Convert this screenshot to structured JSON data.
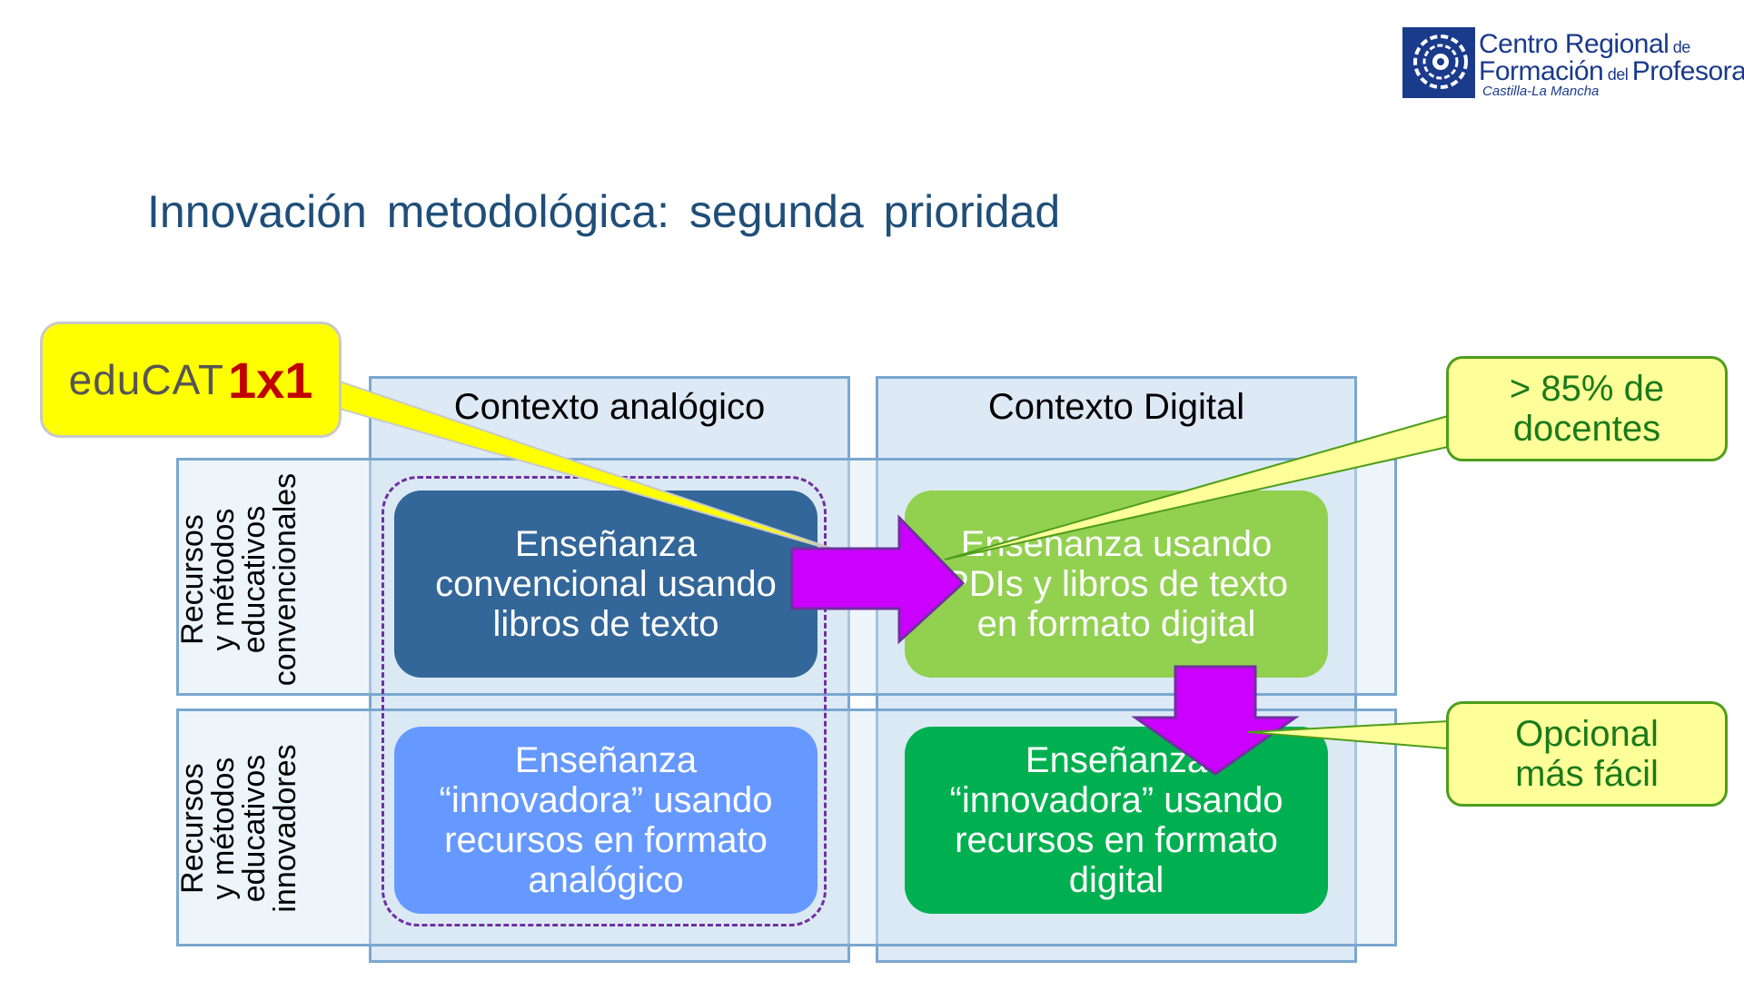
{
  "logo": {
    "line1_main": "Centro Regional",
    "line1_small": " de",
    "line2_main": "Formación",
    "line2_small": " del ",
    "line2_end": "Profesorado",
    "line3": "Castilla-La Mancha"
  },
  "title": "Innovación metodológica: segunda prioridad",
  "columns": {
    "analog": "Contexto analógico",
    "digital": "Contexto Digital"
  },
  "rows": {
    "conventional": [
      "Recursos",
      "y métodos",
      "educativos",
      "convencionales"
    ],
    "innovative": [
      "Recursos",
      "y métodos",
      "educativos",
      "innovadores"
    ]
  },
  "cells": {
    "c1": [
      "Enseñanza",
      "convencional usando",
      "libros de texto"
    ],
    "c2": [
      "Enseñanza usando",
      "PDIs y libros de texto",
      "en formato digital"
    ],
    "c3": [
      "Enseñanza",
      "“innovadora” usando",
      "recursos en formato",
      "analógico"
    ],
    "c4": [
      "Enseñanza",
      "“innovadora” usando",
      "recursos en formato",
      "digital"
    ]
  },
  "callouts": {
    "educat_a": "eduCAT",
    "educat_b": "1x1",
    "percent": [
      "> 85% de",
      "docentes"
    ],
    "optional": [
      "Opcional",
      "más fácil"
    ]
  },
  "colors": {
    "title": "#1f4e79",
    "arrow": "#cc00ff",
    "cell_conventional_analog": "#336699",
    "cell_conventional_digital": "#92d050",
    "cell_innovative_analog": "#6699ff",
    "cell_innovative_digital": "#00b050"
  }
}
